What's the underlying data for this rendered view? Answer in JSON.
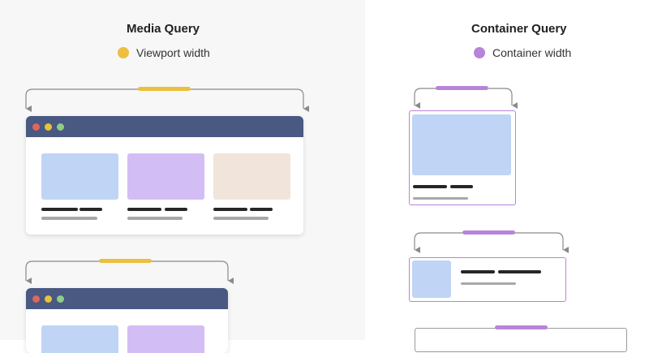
{
  "media_query": {
    "title": "Media Query",
    "legend": {
      "label": "Viewport width",
      "color": "#ecbf3e"
    }
  },
  "container_query": {
    "title": "Container Query",
    "legend": {
      "label": "Container width",
      "color": "#b884d9"
    }
  },
  "colors": {
    "browser_bar": "#495981",
    "window_dot_red": "#e0655e",
    "window_dot_yellow": "#e8c33a",
    "window_dot_green": "#8fcd88",
    "card_blue": "#c0d4f5",
    "card_purple": "#d3bdf5",
    "card_beige": "#f1e4da",
    "text_line_dark": "#262626",
    "text_line_light": "#a8a8a8",
    "arrow": "#8a8a8a"
  }
}
